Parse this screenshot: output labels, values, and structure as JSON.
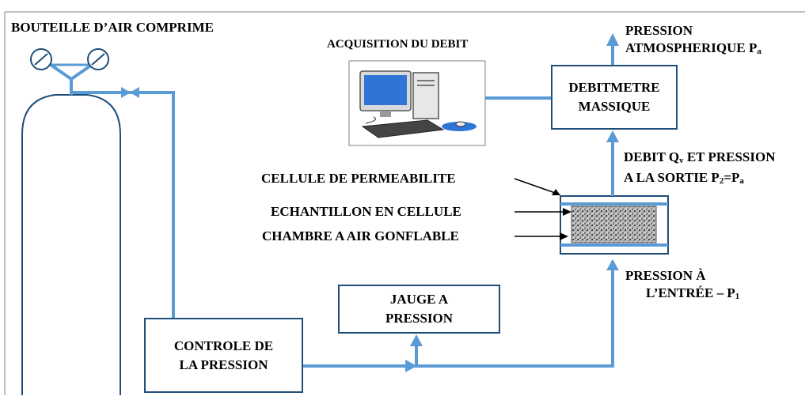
{
  "labels": {
    "cylinder": "BOUTEILLE D’AIR COMPRIME",
    "acquisition": "ACQUISITION DU DEBIT",
    "pression_atm_line1": "PRESSION",
    "pression_atm_line2": "ATMOSPHERIQUE P",
    "pression_atm_sub": "a",
    "debit_line1_a": "DEBIT Q",
    "debit_line1_sub": "v",
    "debit_line1_b": " ET PRESSION",
    "debit_line2_a": "A LA SORTIE P",
    "debit_line2_sub1": "2",
    "debit_line2_b": "=P",
    "debit_line2_sub2": "a",
    "cellule": "CELLULE DE PERMEABILITE",
    "echantillon": "ECHANTILLON EN CELLULE",
    "chambre": "CHAMBRE A AIR GONFLABLE",
    "entree_line1": "PRESSION À",
    "entree_line2": "L’ENTRÉE – P",
    "entree_sub": "1"
  },
  "boxes": {
    "debitmetre_line1": "DEBITMETRE",
    "debitmetre_line2": "MASSIQUE",
    "jauge_line1": "JAUGE A",
    "jauge_line2": "PRESSION",
    "controle_line1": "CONTROLE DE",
    "controle_line2": "LA PRESSION"
  },
  "colors": {
    "pipe": "#5b9bd5",
    "box_border": "#1f4e79",
    "frame": "#7f7f7f"
  }
}
